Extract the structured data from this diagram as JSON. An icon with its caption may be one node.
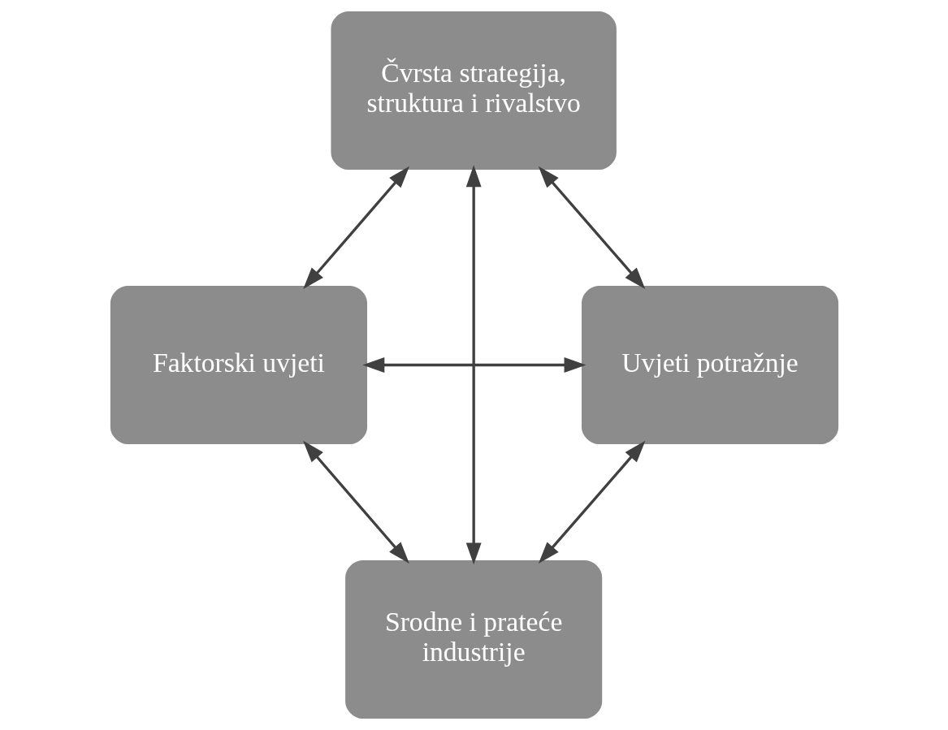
{
  "diagram": {
    "nodes": [
      {
        "text": [
          "Čvrsta strategija, struktura i rivalstvo"
        ]
      },
      {
        "text": [
          "Faktorski uvjeti"
        ]
      },
      {
        "text": [
          "Uvjeti potražnje"
        ]
      },
      {
        "text": [
          "Srodne i prateće industrije"
        ]
      }
    ],
    "edges": [
      {
        "from": 0,
        "to": 1,
        "arrow": "both"
      },
      {
        "from": 0,
        "to": 2,
        "arrow": "both"
      },
      {
        "from": 1,
        "to": 2,
        "arrow": "both"
      },
      {
        "from": 0,
        "to": 3,
        "arrow": "both"
      },
      {
        "from": 1,
        "to": 3,
        "arrow": "both"
      },
      {
        "from": 2,
        "to": 3,
        "arrow": "both"
      }
    ]
  }
}
